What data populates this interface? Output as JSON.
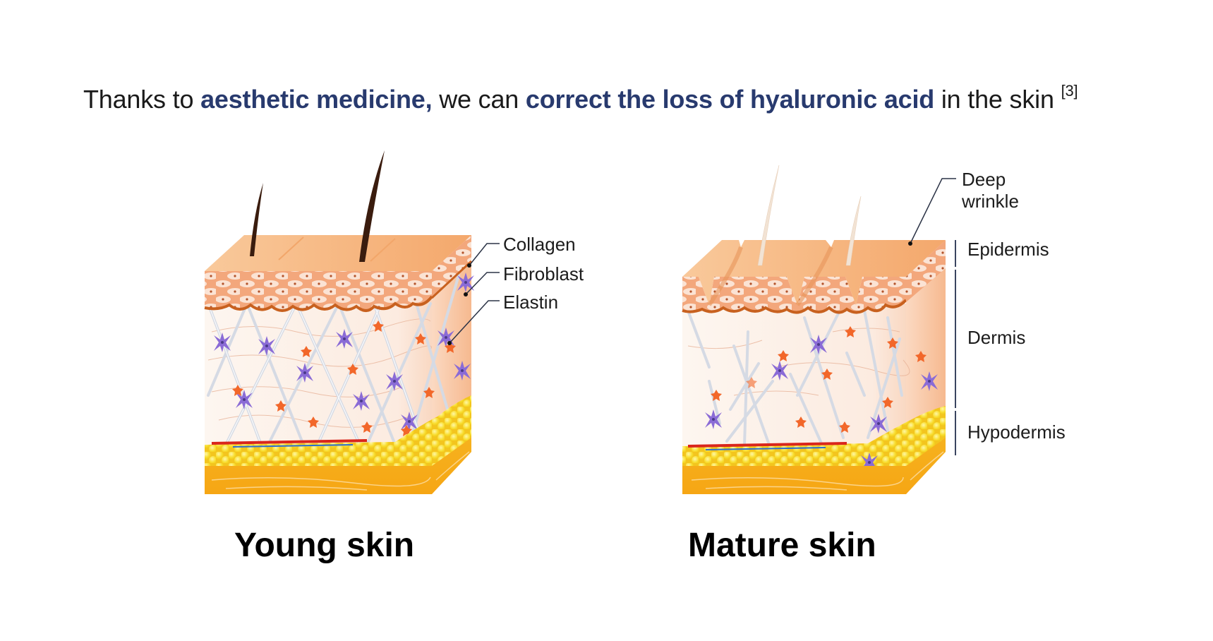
{
  "title": {
    "part1": "Thanks to ",
    "highlight1": "aesthetic medicine,",
    "part2": " we can ",
    "highlight2": "correct the loss of hyaluronic acid",
    "part3": " in the skin ",
    "reference": "[3]"
  },
  "colors": {
    "highlight": "#283a6e",
    "text": "#1a1a1a",
    "skin_top": "#f6b57f",
    "epidermis_cells": "#f3a77c",
    "dermis": "#fdf0e8",
    "fat": "#f7d62e",
    "fibroblast": "#8a6bd6",
    "elastin": "#f2672a",
    "collagen": "#d9dde6",
    "young_hair": "#3a1c0e",
    "mature_hair": "#f2e3d4"
  },
  "young": {
    "caption": "Young skin",
    "labels": {
      "collagen": "Collagen",
      "fibroblast": "Fibroblast",
      "elastin": "Elastin"
    }
  },
  "mature": {
    "caption": "Mature skin",
    "labels": {
      "deep_wrinkle_line1": "Deep",
      "deep_wrinkle_line2": "wrinkle",
      "epidermis": "Epidermis",
      "dermis": "Dermis",
      "hypodermis": "Hypodermis"
    }
  }
}
